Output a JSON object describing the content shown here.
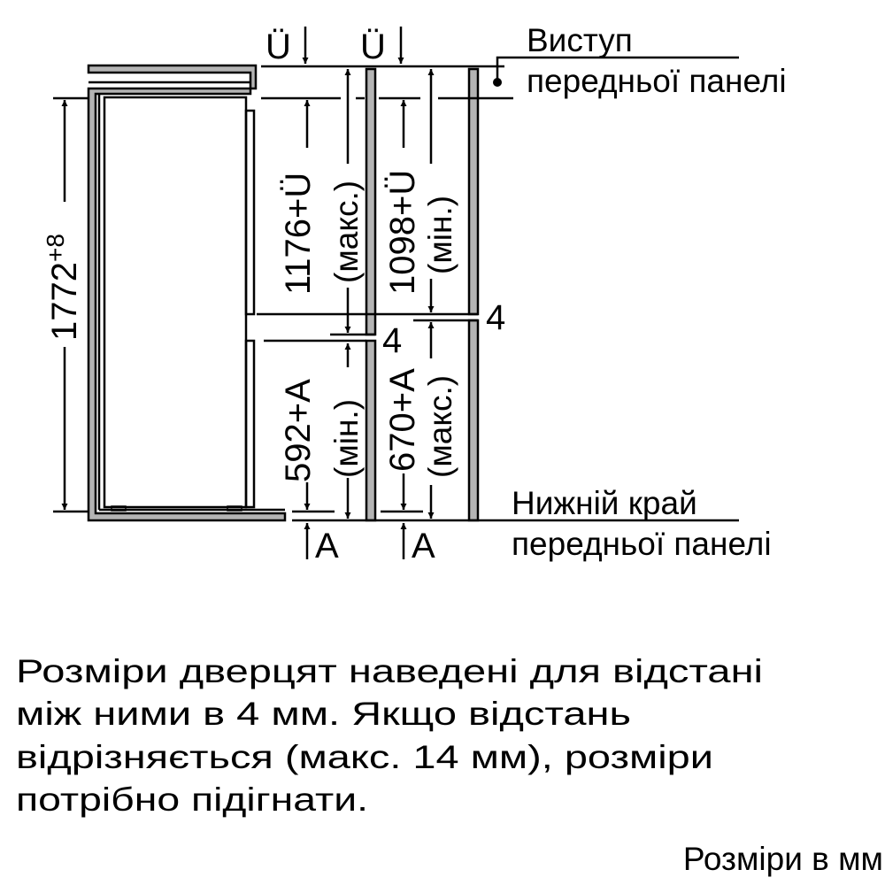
{
  "diagram": {
    "top_offset_label": "Ü",
    "bottom_offset_label": "A",
    "total_height": "1772",
    "total_height_tolerance": "+8",
    "upper_left_dim": "1176+Ü",
    "upper_left_qual": "(макс.)",
    "upper_right_dim": "1098+Ü",
    "upper_right_qual": "(мін.)",
    "lower_left_dim": "592+A",
    "lower_left_qual": "(мін.)",
    "lower_right_dim": "670+A",
    "lower_right_qual": "(макс.)",
    "gap_left": "4",
    "gap_right": "4"
  },
  "callouts": {
    "top_line1": "Виступ",
    "top_line2": "передньої панелі",
    "bottom_line1": "Нижній край",
    "bottom_line2": "передньої панелі"
  },
  "note": {
    "lines": [
      "Розміри дверцят наведені для відстані",
      "між ними в 4 мм. Якщо відстань",
      "відрізняється (макс. 14 мм), розміри",
      "потрібно підігнати."
    ]
  },
  "units_note": "Розміри в мм"
}
